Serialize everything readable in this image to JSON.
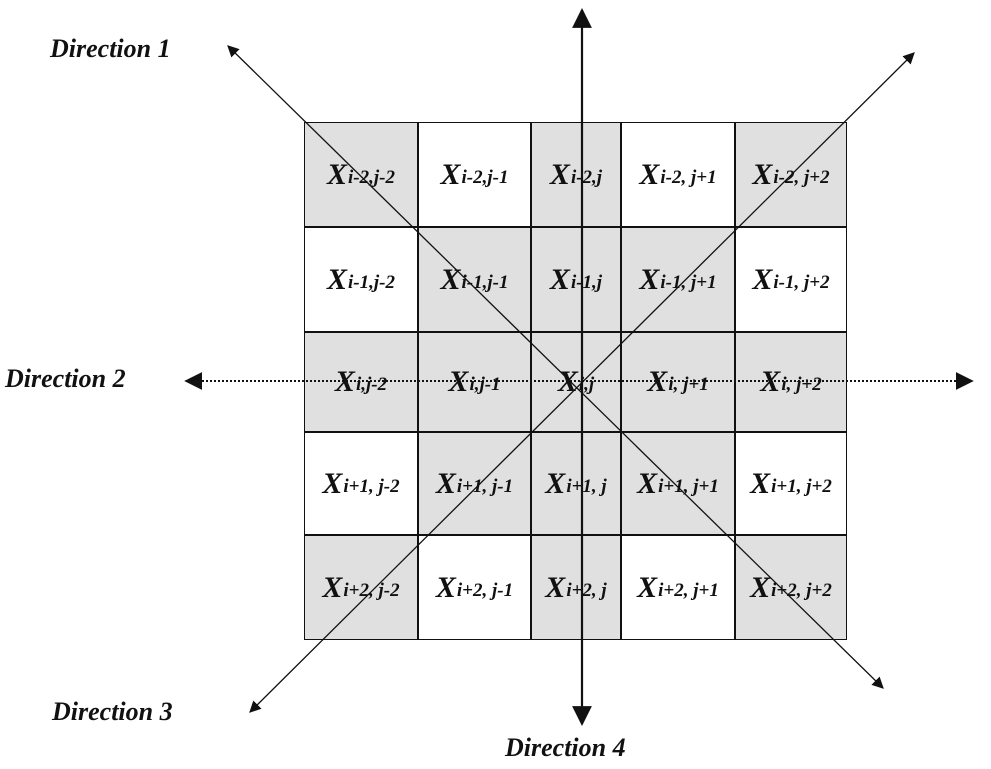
{
  "labels": {
    "direction1": "Direction 1",
    "direction2": "Direction 2",
    "direction3": "Direction 3",
    "direction4": "Direction 4"
  },
  "colors": {
    "shaded_cell": "#e0e0e0",
    "white_cell": "#ffffff",
    "line": "#111111"
  },
  "grid": {
    "rows": [
      [
        {
          "sub": "i-2,j-2",
          "shaded": true
        },
        {
          "sub": "i-2,j-1",
          "shaded": false
        },
        {
          "sub": "i-2,j",
          "shaded": true
        },
        {
          "sub": "i-2, j+1",
          "shaded": false
        },
        {
          "sub": "i-2, j+2",
          "shaded": true
        }
      ],
      [
        {
          "sub": "i-1,j-2",
          "shaded": false
        },
        {
          "sub": "i-1,j-1",
          "shaded": true
        },
        {
          "sub": "i-1,j",
          "shaded": true
        },
        {
          "sub": "i-1, j+1",
          "shaded": true
        },
        {
          "sub": "i-1, j+2",
          "shaded": false
        }
      ],
      [
        {
          "sub": "i,j-2",
          "shaded": true
        },
        {
          "sub": "i,j-1",
          "shaded": true
        },
        {
          "sub": "i,j",
          "shaded": true
        },
        {
          "sub": "i, j+1",
          "shaded": true
        },
        {
          "sub": "i, j+2",
          "shaded": true
        }
      ],
      [
        {
          "sub": "i+1, j-2",
          "shaded": false
        },
        {
          "sub": "i+1, j-1",
          "shaded": true
        },
        {
          "sub": "i+1, j",
          "shaded": true
        },
        {
          "sub": "i+1, j+1",
          "shaded": true
        },
        {
          "sub": "i+1, j+2",
          "shaded": false
        }
      ],
      [
        {
          "sub": "i+2, j-2",
          "shaded": true
        },
        {
          "sub": "i+2, j-1",
          "shaded": false
        },
        {
          "sub": "i+2, j",
          "shaded": true
        },
        {
          "sub": "i+2, j+1",
          "shaded": false
        },
        {
          "sub": "i+2, j+2",
          "shaded": true
        }
      ]
    ],
    "symbol": "X"
  }
}
